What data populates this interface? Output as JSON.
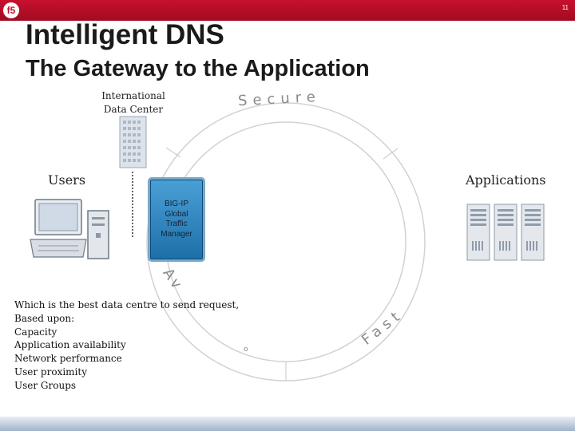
{
  "header": {
    "logo": "f5",
    "page_number": "11"
  },
  "title": "Intelligent DNS",
  "subtitle": "The Gateway to the Application",
  "ring": {
    "word_secure": "Secure",
    "word_fast": "Fast",
    "word_available_partial": "Av",
    "fragment": "o"
  },
  "data_center": {
    "label_line1": "International",
    "label_line2": "Data Center"
  },
  "users_label": "Users",
  "applications_label": "Applications",
  "gtm": {
    "line1": "BIG-IP",
    "line2": "Global",
    "line3": "Traffic",
    "line4": "Manager"
  },
  "criteria": [
    "Which is the best data centre to send request,",
    "Based upon:",
    "Capacity",
    "Application availability",
    "Network performance",
    "User proximity",
    "User Groups"
  ],
  "colors": {
    "brand_red": "#c8102e",
    "gtm_blue": "#2a7fc0",
    "ring_gray": "#d4d4d4"
  }
}
